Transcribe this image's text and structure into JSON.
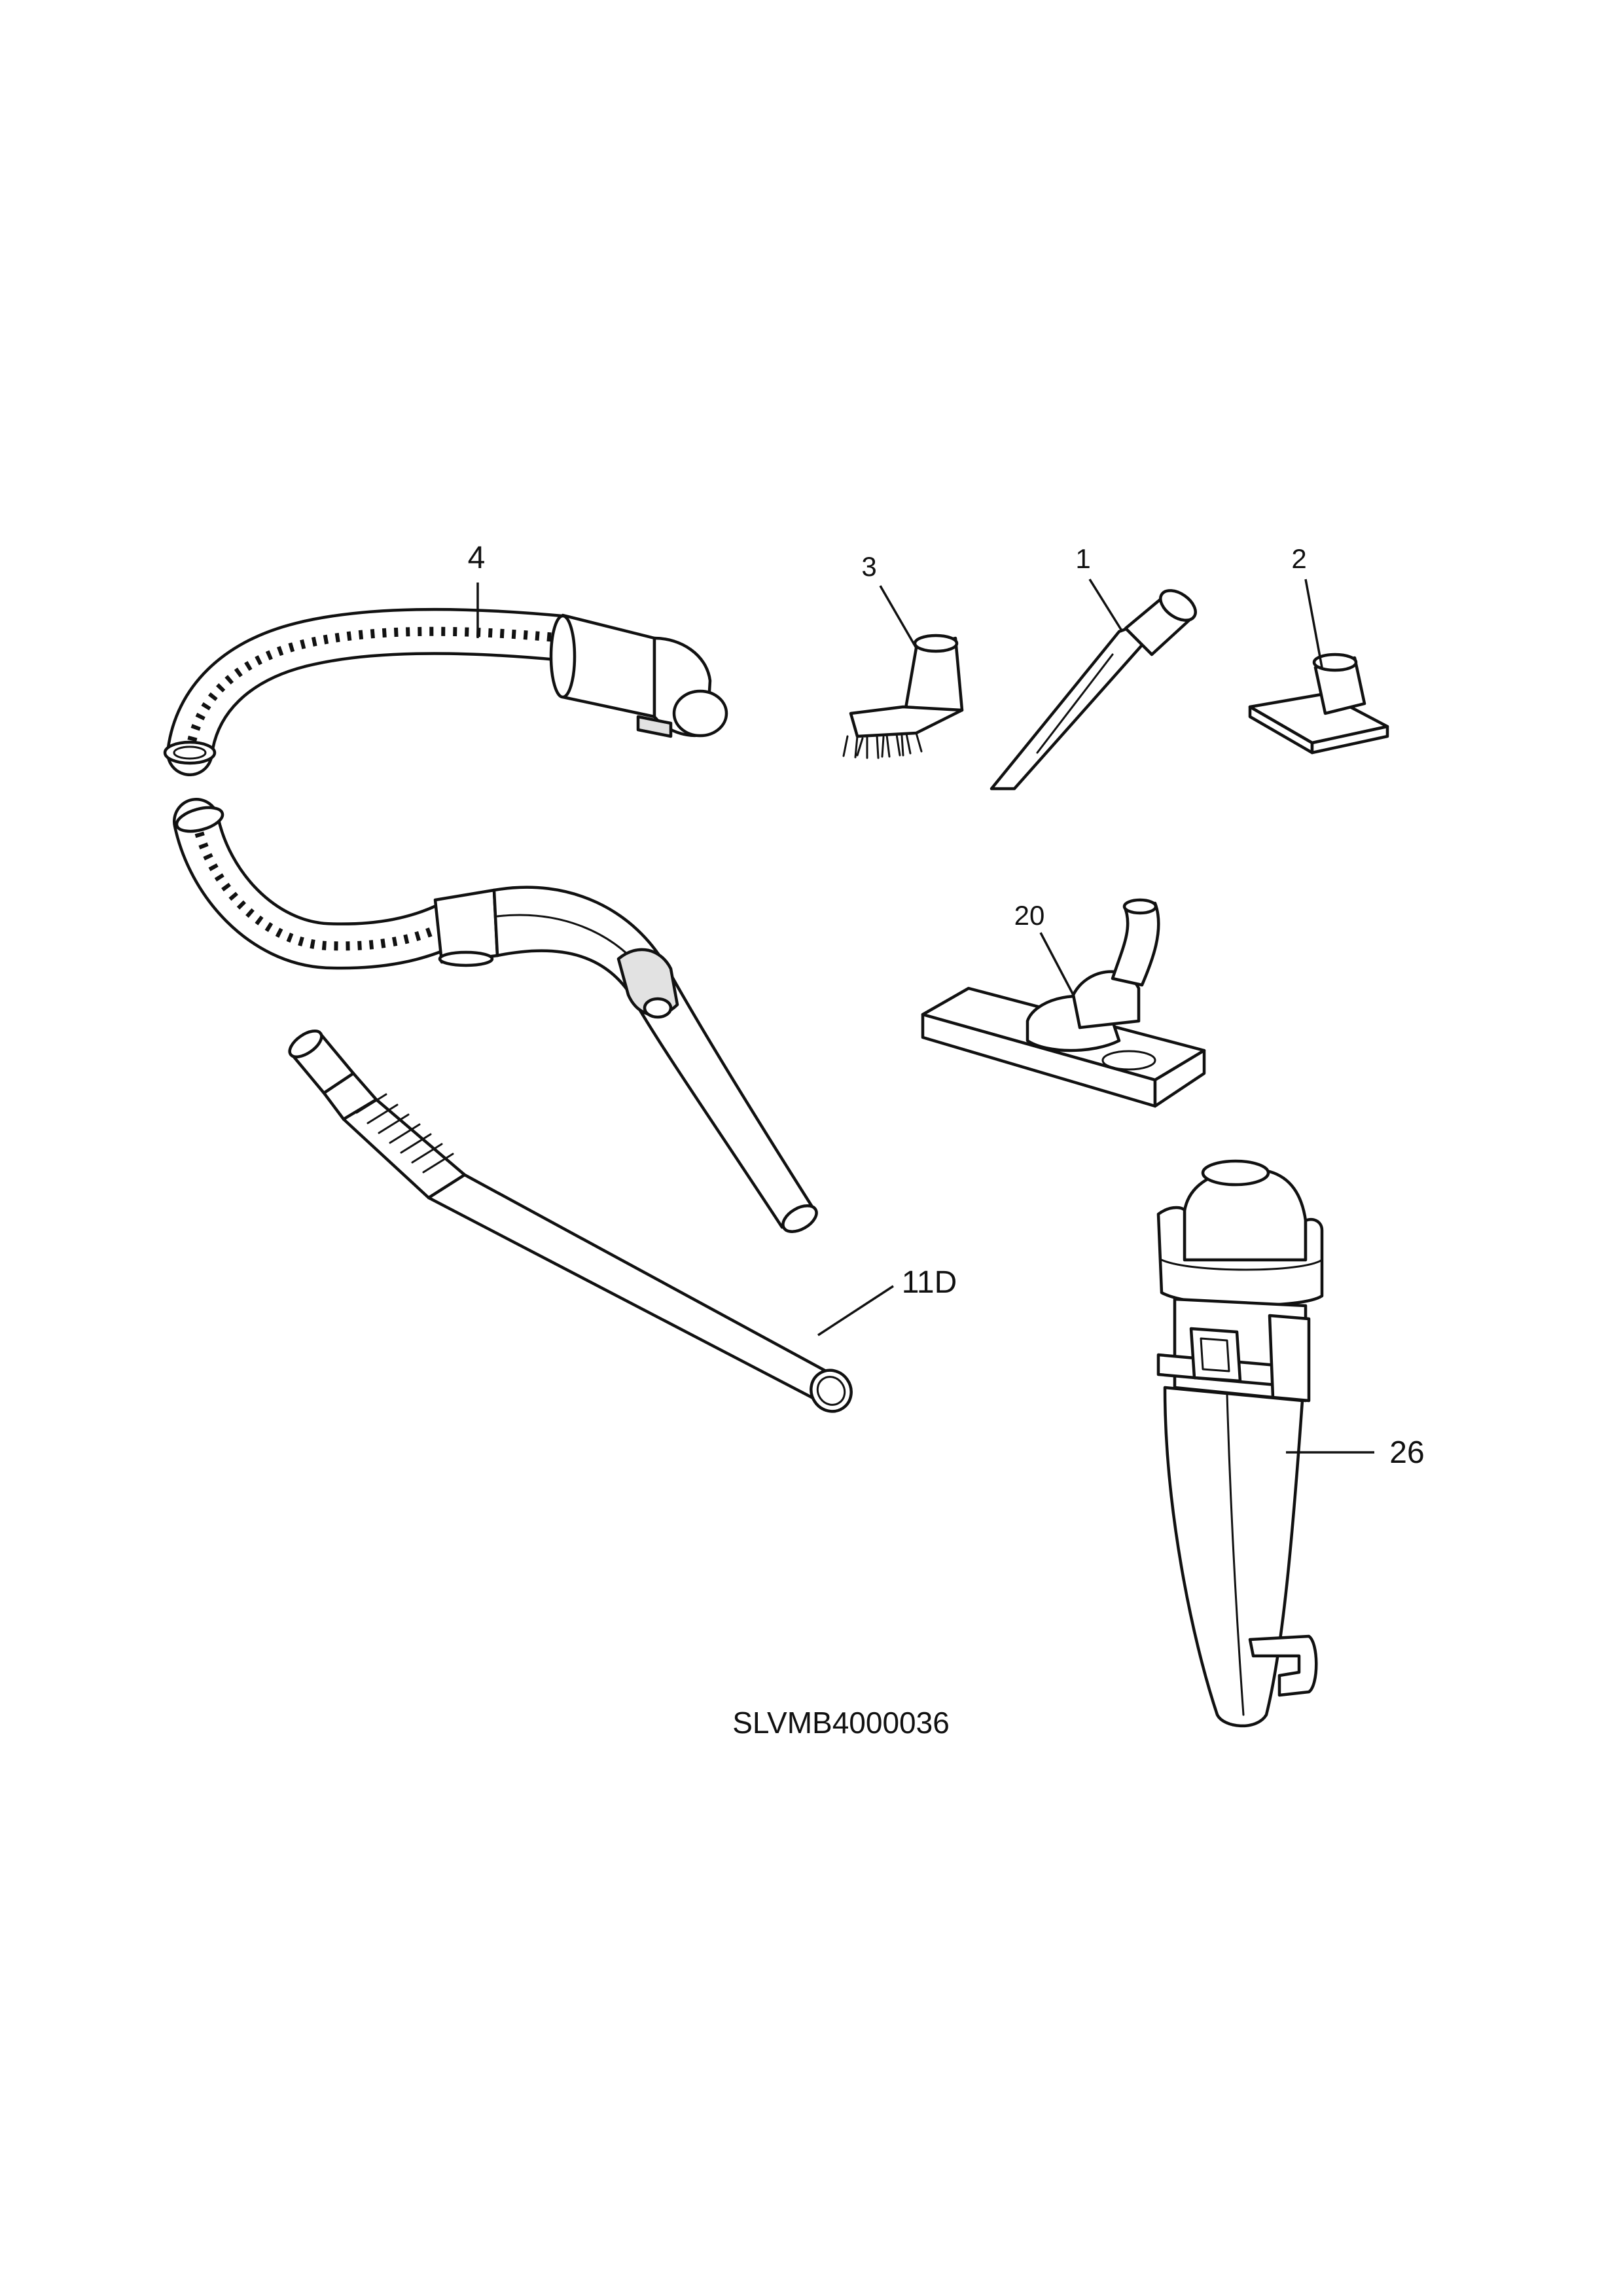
{
  "labels": {
    "part_4": "4",
    "part_3": "3",
    "part_1": "1",
    "part_2": "2",
    "part_20": "20",
    "part_11D": "11D",
    "part_26": "26"
  },
  "diagram_code": "SLVMB4000036"
}
